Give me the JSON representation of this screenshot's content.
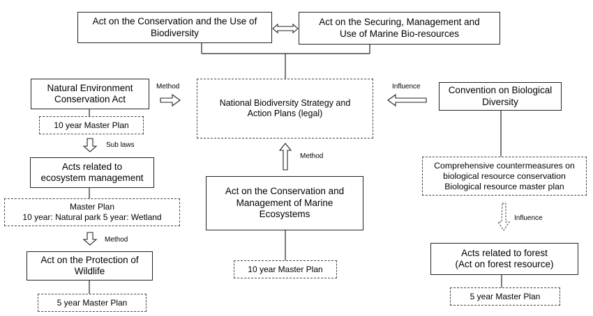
{
  "nodes": {
    "act_conservation_biodiversity": "Act on the Conservation and the Use of\nBiodiversity",
    "act_marine_bioresources": "Act on the Securing, Management and\nUse of Marine Bio-resources",
    "natural_environment_act": "Natural Environment\nConservation Act",
    "nbsap": "National Biodiversity Strategy and\nAction Plans (legal)",
    "cbd": "Convention on Biological\nDiversity",
    "master_plan_10yr_nea": "10 year Master Plan",
    "acts_ecosystem_management": "Acts related to\necosystem management",
    "comprehensive_countermeasures": "Comprehensive countermeasures on\nbiological resource conservation\nBiological resource master plan",
    "master_plan_park_wetland": "Master Plan\n10 year: Natural park 5 year: Wetland",
    "act_marine_ecosystems": "Act on the Conservation and\nManagement of Marine\nEcosystems",
    "acts_forest": "Acts related to forest\n(Act on forest resource)",
    "act_wildlife": "Act on the Protection of\nWildlife",
    "master_plan_10yr_marine": "10 year Master Plan",
    "master_plan_5yr_wildlife": "5 year Master Plan",
    "master_plan_5yr_forest": "5 year Master Plan"
  },
  "edge_labels": {
    "method_nea": "Method",
    "influence_cbd": "Influence",
    "sub_laws": "Sub laws",
    "method_marine": "Method",
    "influence_countermeasures": "Influence",
    "method_wildlife": "Method"
  }
}
